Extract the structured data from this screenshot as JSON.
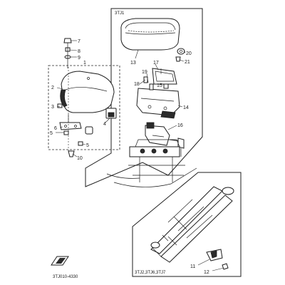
{
  "diagram": {
    "model_labels": {
      "upper_panel": "3TJ1",
      "lower_panel": "3TJ2,3TJ6,3TJ7"
    },
    "drawing_number": "3TJ010-4330",
    "group_label": "1",
    "callouts": [
      {
        "id": "2",
        "text": "2"
      },
      {
        "id": "3",
        "text": "3"
      },
      {
        "id": "4",
        "text": "4"
      },
      {
        "id": "5a",
        "text": "5"
      },
      {
        "id": "5b",
        "text": "5"
      },
      {
        "id": "6",
        "text": "6"
      },
      {
        "id": "7",
        "text": "7"
      },
      {
        "id": "8",
        "text": "8"
      },
      {
        "id": "9",
        "text": "9"
      },
      {
        "id": "10",
        "text": "10"
      },
      {
        "id": "11",
        "text": "11"
      },
      {
        "id": "12",
        "text": "12"
      },
      {
        "id": "13",
        "text": "13"
      },
      {
        "id": "14",
        "text": "14"
      },
      {
        "id": "15",
        "text": "15"
      },
      {
        "id": "16",
        "text": "16"
      },
      {
        "id": "17",
        "text": "17"
      },
      {
        "id": "18",
        "text": "18"
      },
      {
        "id": "19",
        "text": "19"
      },
      {
        "id": "20",
        "text": "20"
      },
      {
        "id": "21",
        "text": "21"
      }
    ],
    "colors": {
      "line": "#1e1e1e",
      "background": "#ffffff"
    }
  }
}
